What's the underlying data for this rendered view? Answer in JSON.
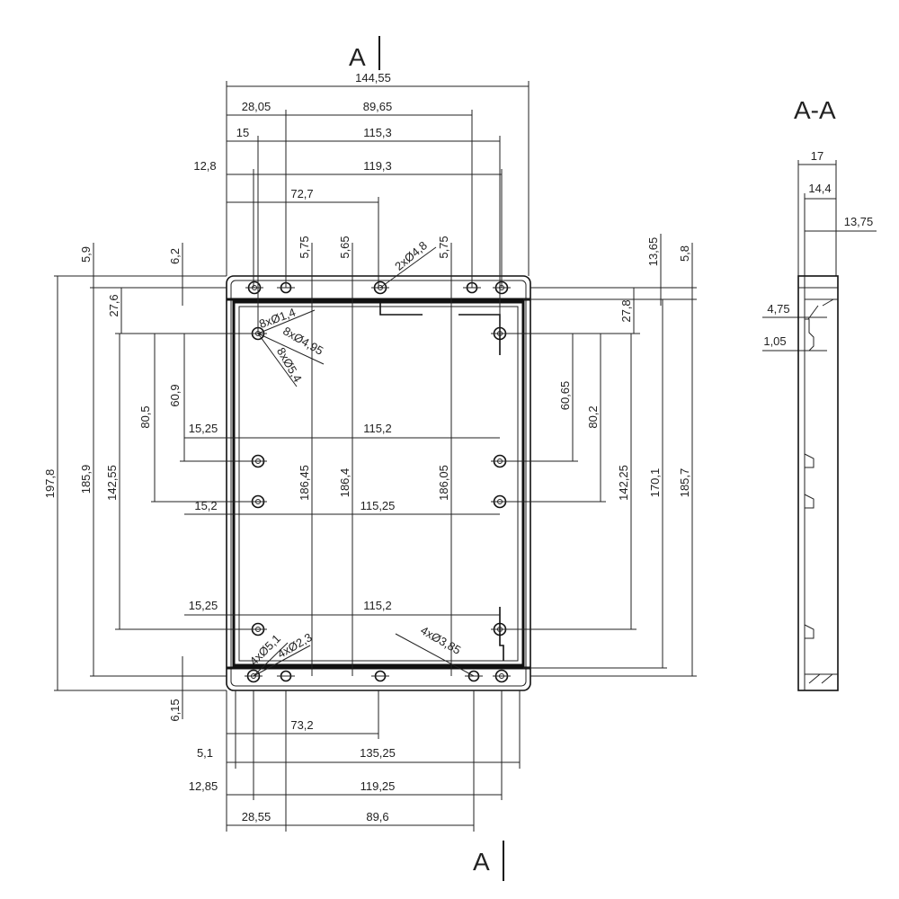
{
  "drawing": {
    "section_marker_top": "A",
    "section_marker_bottom": "A",
    "section_title": "A-A",
    "line_color": "#111111",
    "background": "#ffffff"
  },
  "labels": {
    "top_overall": "144,55",
    "top_28_05": "28,05",
    "top_89_65": "89,65",
    "top_15": "15",
    "top_115_3": "115,3",
    "top_12_8": "12,8",
    "top_119_3": "119,3",
    "top_72_7": "72,7",
    "v_5_9": "5,9",
    "v_6_2": "6,2",
    "v_5_75_a": "5,75",
    "v_5_65": "5,65",
    "v_5_75_b": "5,75",
    "v_13_65": "13,65",
    "v_5_8": "5,8",
    "left_197_8": "197,8",
    "left_185_9": "185,9",
    "left_142_55": "142,55",
    "left_80_5": "80,5",
    "left_60_9": "60,9",
    "left_27_6": "27,6",
    "left_6_15": "6,15",
    "row1_15_25": "15,25",
    "row1_115_2": "115,2",
    "row2_15_2": "15,2",
    "row2_115_25": "115,25",
    "row3_15_25": "15,25",
    "row3_115_2": "115,2",
    "in_186_45": "186,45",
    "in_186_4": "186,4",
    "in_186_05": "186,05",
    "right_27_8": "27,8",
    "right_60_65": "60,65",
    "right_80_2": "80,2",
    "right_142_25": "142,25",
    "right_170_1": "170,1",
    "right_185_7": "185,7",
    "bot_73_2": "73,2",
    "bot_5_1": "5,1",
    "bot_135_25": "135,25",
    "bot_12_85": "12,85",
    "bot_119_25": "119,25",
    "bot_28_55": "28,55",
    "bot_89_6": "89,6",
    "sec_17": "17",
    "sec_14_4": "14,4",
    "sec_13_75": "13,75",
    "sec_4_75": "4,75",
    "sec_1_05": "1,05",
    "hole_8x1_4": "8xØ1,4",
    "hole_8x4_95": "8xØ4,95",
    "hole_8x5_4": "8xØ5,4",
    "hole_2x4_8": "2xØ4,8",
    "hole_4x5_1": "4xØ5,1",
    "hole_4x2_3": "4xØ2,3",
    "hole_4x3_85": "4xØ3,85"
  }
}
